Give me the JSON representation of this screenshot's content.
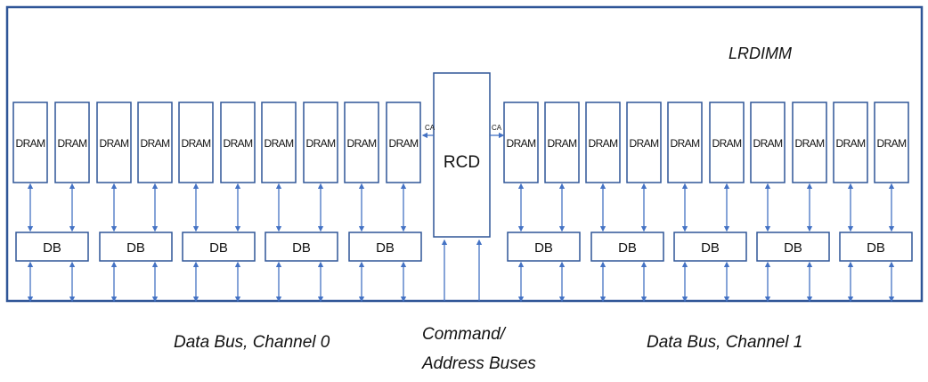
{
  "diagram": {
    "title": "LRDIMM",
    "rcd_label": "RCD",
    "ca_left": "CA",
    "ca_right": "CA",
    "dram_label": "DRAM",
    "db_label": "DB",
    "channel0_label": "Data Bus, Channel 0",
    "channel1_label": "Data Bus, Channel 1",
    "cmd_label_line1": "Command/",
    "cmd_label_line2": "Address Buses",
    "dram_count_left": 10,
    "dram_count_right": 10,
    "db_count_left": 5,
    "db_count_right": 5
  },
  "colors": {
    "border": "#2f5597",
    "box_stroke": "#2f5597",
    "arrow": "#4472c4",
    "text": "#111111"
  }
}
